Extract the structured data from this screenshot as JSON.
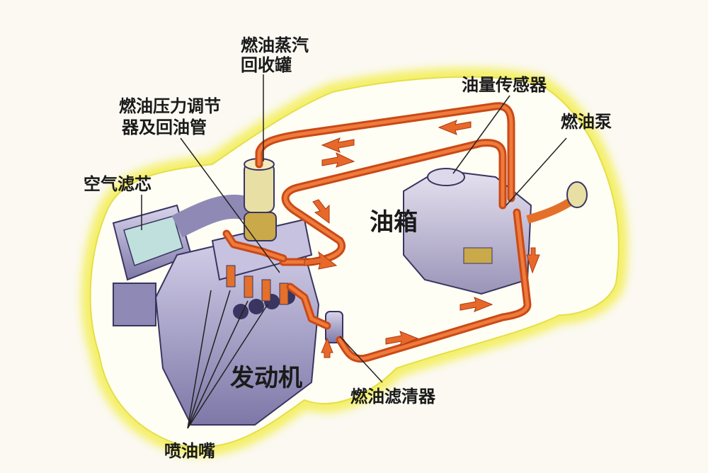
{
  "labels": {
    "canister": [
      "燃油蒸汽",
      "回收罐"
    ],
    "regulator": [
      "燃油压力调节",
      "器及回油管"
    ],
    "air_filter": "空气滤芯",
    "level_sensor": "油量传感器",
    "fuel_pump": "燃油泵",
    "tank": "油箱",
    "engine": "发动机",
    "fuel_filter": "燃油滤清器",
    "injectors": "喷油嘴"
  },
  "colors": {
    "background": "#fbf9f2",
    "car_glow": "#f4f06a",
    "pipe": "#c84a18",
    "component": "#a9a3c9"
  }
}
